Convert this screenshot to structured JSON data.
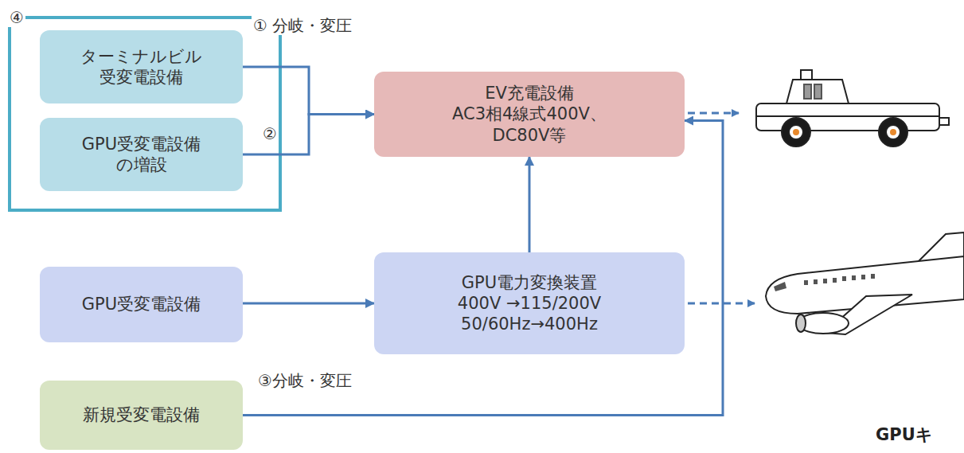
{
  "diagram": {
    "nodes": [
      {
        "text": [
          "ターミナルビル 受変電設備"
        ]
      },
      {
        "text": [
          "GPU受変電設備 の増設"
        ]
      },
      {
        "text": [
          "EV充電設備 AC3相4線式400V、 DC80V等"
        ]
      },
      {
        "text": [
          "GPU受変電設備"
        ]
      },
      {
        "text": [
          "GPU電力変換装置",
          "400V →115/200V",
          "50/60Hz→400Hz"
        ]
      },
      {
        "text": [
          "新規受変電設備"
        ]
      }
    ],
    "edges": [
      {
        "from": 0,
        "to": 2,
        "arrow": "to",
        "label": "① 分岐・変圧"
      },
      {
        "from": 1,
        "to": 2,
        "arrow": "to",
        "label": "②"
      },
      {
        "from": 3,
        "to": 4,
        "arrow": "to"
      },
      {
        "from": 4,
        "to": 2,
        "arrow": "to",
        "label": "③分岐・変圧"
      },
      {
        "from": 5,
        "to": 2,
        "arrow": "to",
        "label": "④"
      }
    ],
    "labels": [
      "GPUキ"
    ]
  }
}
